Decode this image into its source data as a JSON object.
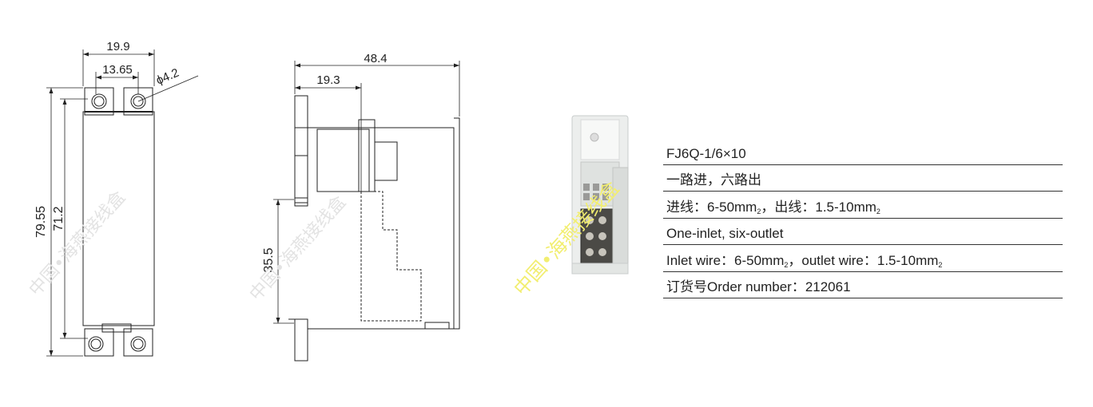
{
  "front_view": {
    "width_outer": "19.9",
    "width_holes": "13.65",
    "hole_dia": "ϕ4.2",
    "height_outer": "79.55",
    "height_inner": "71.2"
  },
  "side_view": {
    "depth_total": "48.4",
    "depth_partial": "19.3",
    "rail_height": "35.5"
  },
  "watermark": "中国•海燕接线盒",
  "specs": {
    "model": "FJ6Q-1/6×10",
    "route_cn": "一路进，六路出",
    "wire_cn": {
      "prefix": "进线：6-50mm",
      "sup1": "2",
      "mid": "，出线：1.5-10mm",
      "sup2": "2"
    },
    "route_en": "One-inlet, six-outlet",
    "wire_en": {
      "prefix": "Inlet wire：6-50mm",
      "sup1": "2",
      "mid": "，outlet wire：1.5-10mm",
      "sup2": "2"
    },
    "order": "订货号Order number：212061"
  }
}
